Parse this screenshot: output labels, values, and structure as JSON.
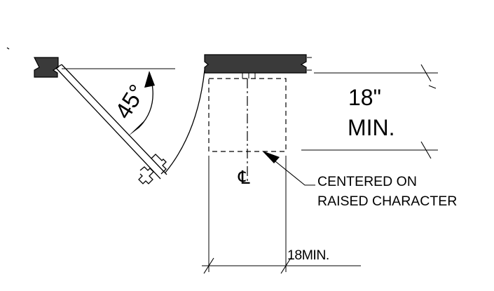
{
  "angle": {
    "value": "45°"
  },
  "depth_dimension": {
    "value_line": "18\"",
    "unit_line": "MIN."
  },
  "width_dimension": {
    "label": "18MIN."
  },
  "note": {
    "line1": "CENTERED ON",
    "line2": "RAISED CHARACTER"
  },
  "centerline_symbol": "℄",
  "colors": {
    "ink": "#000000",
    "wall_fill": "#3a3a3a",
    "background": "#ffffff"
  }
}
